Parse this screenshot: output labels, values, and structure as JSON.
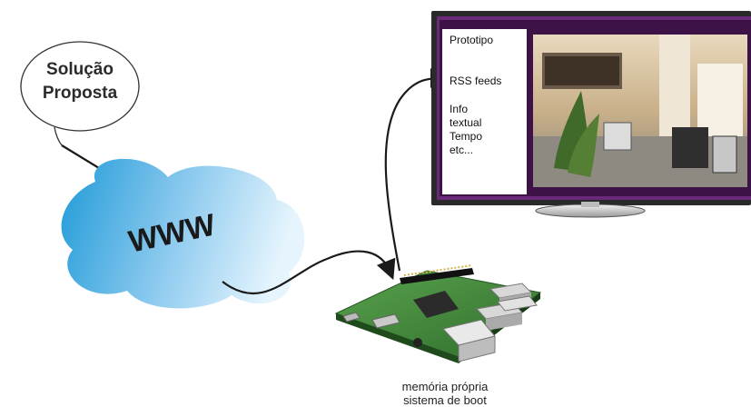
{
  "callout": {
    "line1": "Solução",
    "line2": "Proposta"
  },
  "cloud": {
    "label": "WWW"
  },
  "screen_panel": {
    "items": [
      {
        "text": "Prototipo"
      },
      {
        "text": "RSS feeds"
      },
      {
        "text": "Info"
      },
      {
        "text": "textual"
      },
      {
        "text": "Tempo"
      },
      {
        "text": "etc..."
      }
    ]
  },
  "board_caption": {
    "line1": "memória própria",
    "line2": "sistema de boot"
  },
  "colors": {
    "cloud_dark": "#1f9ad8",
    "cloud_light": "#dff1fb",
    "tv_frame": "#2a2a2a",
    "tv_screen_border": "#6a2a7a",
    "board_green": "#3d8a3a"
  }
}
